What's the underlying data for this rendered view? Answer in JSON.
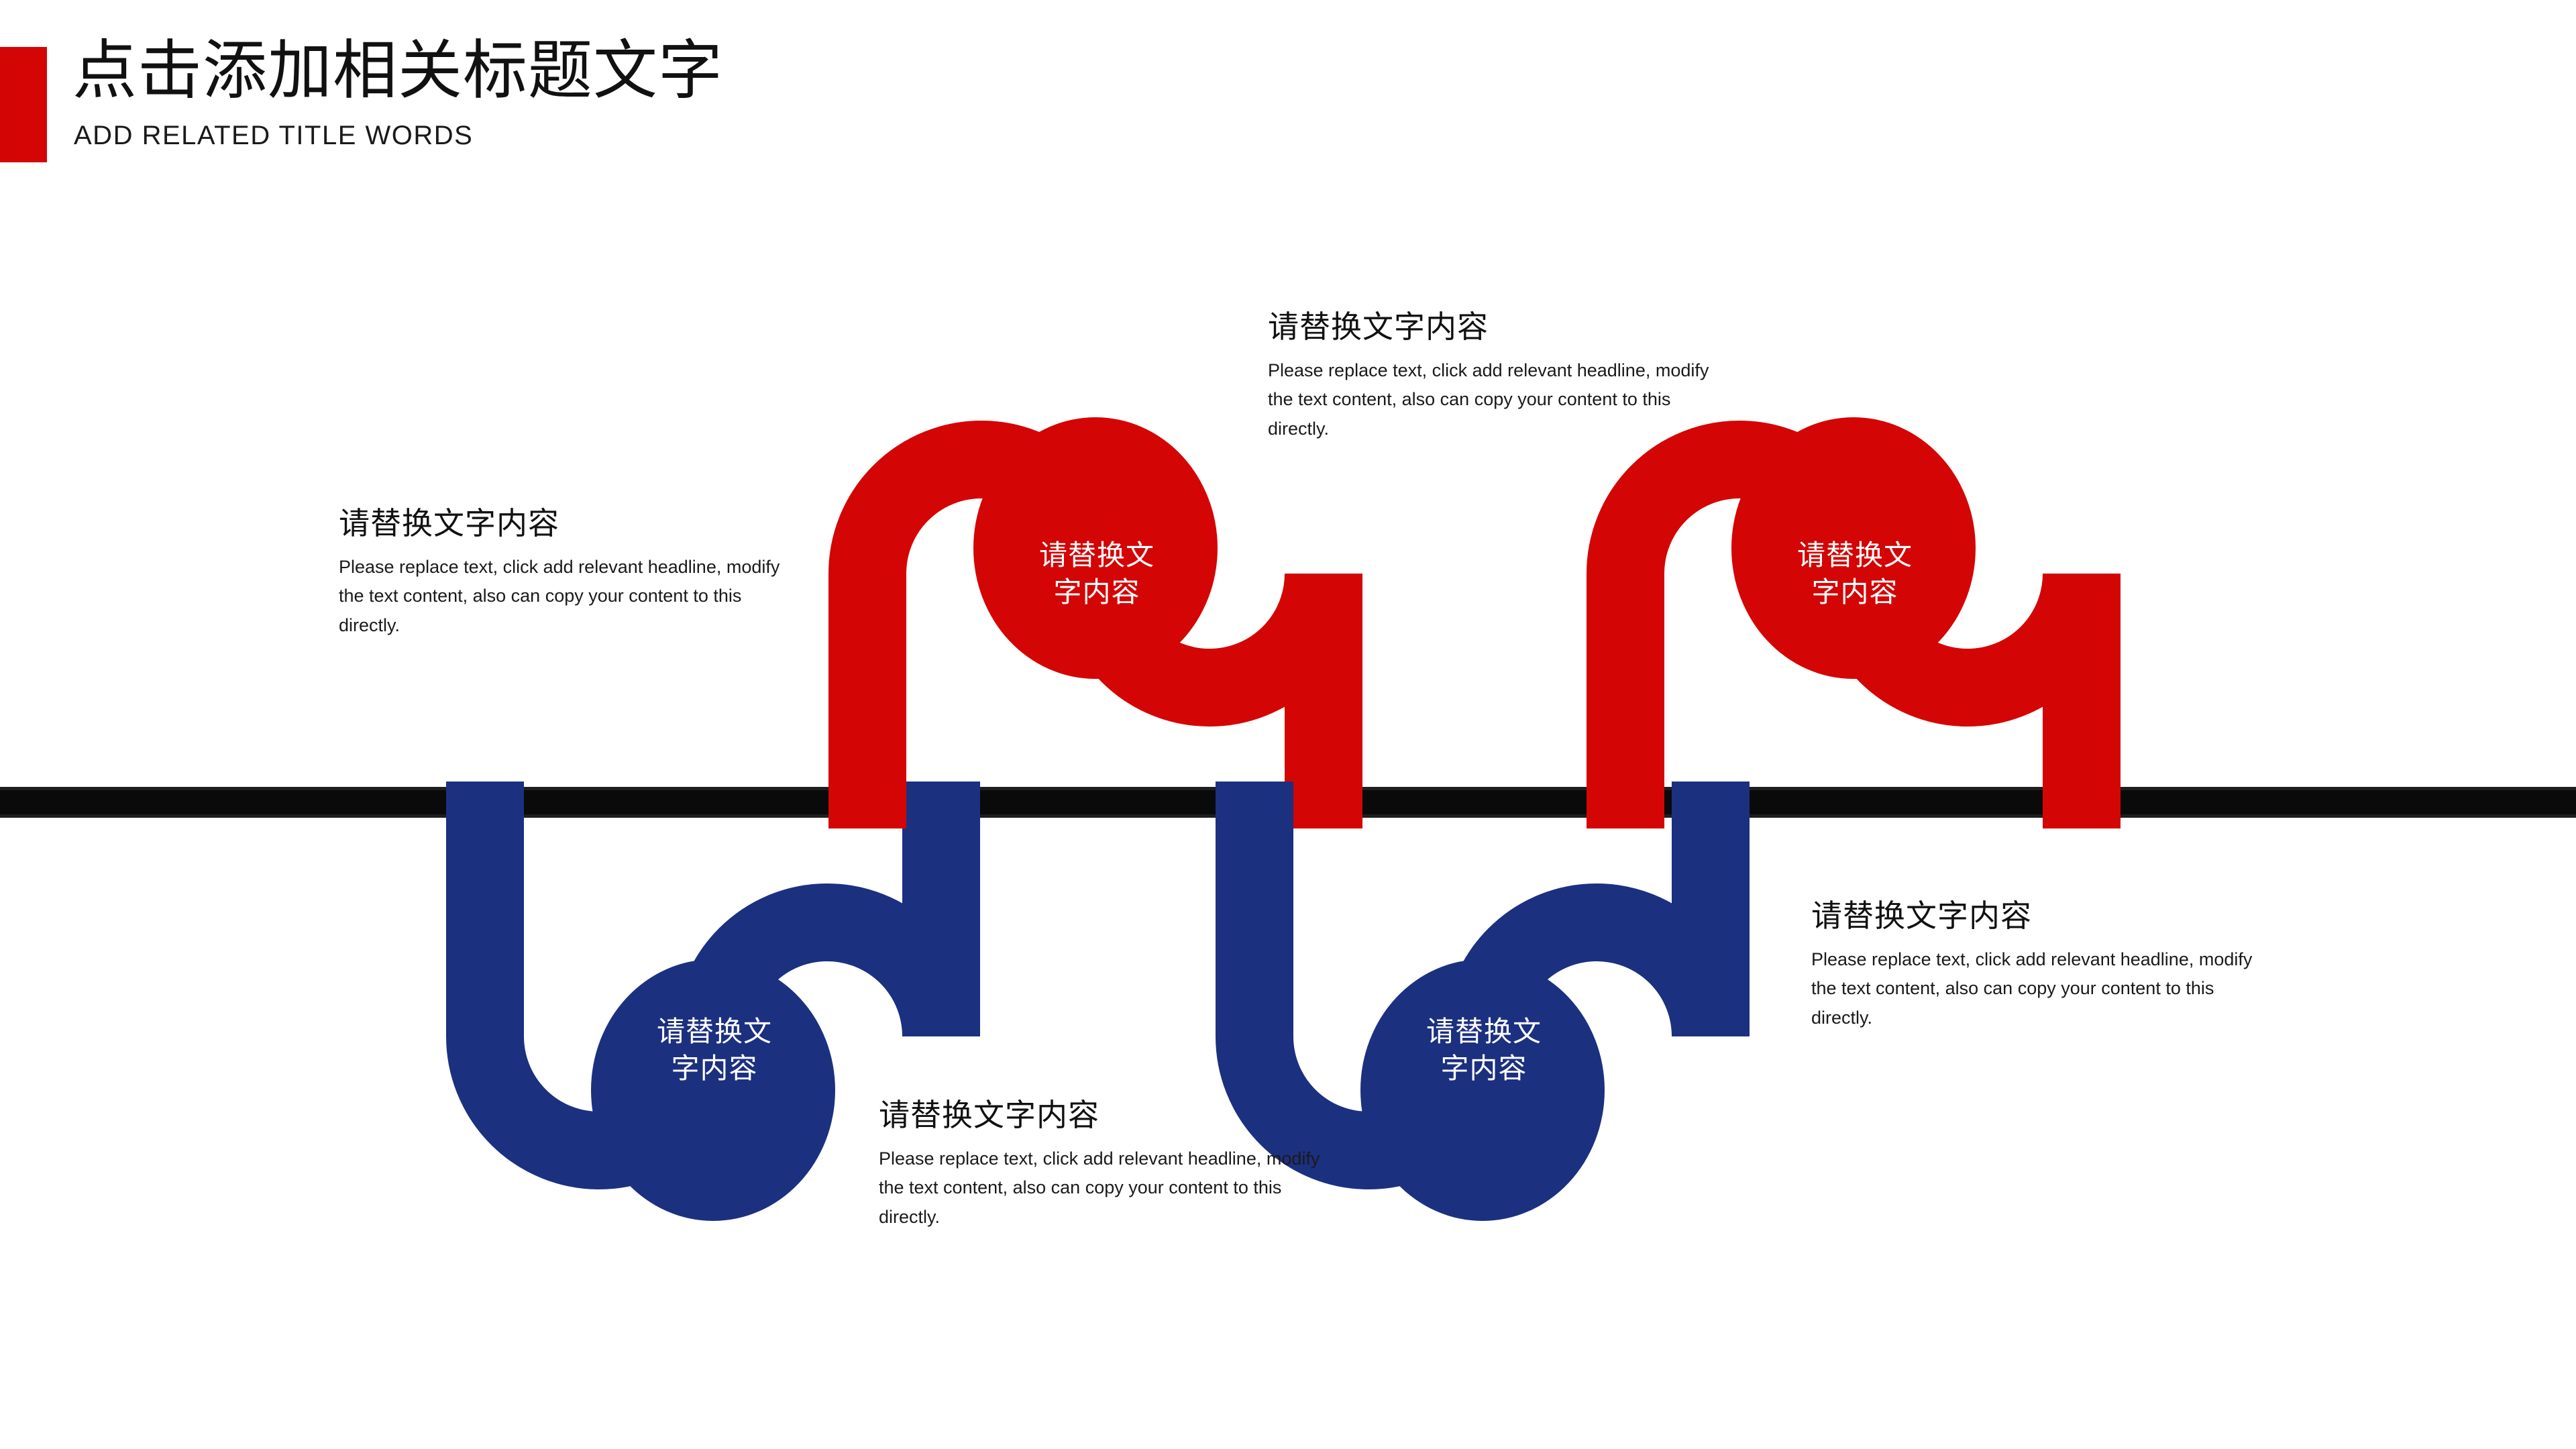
{
  "slide": {
    "background_color": "#ffffff",
    "accent_red": "#d40505",
    "accent_blue": "#1c3080",
    "axis_color": "#0a0a0a"
  },
  "header": {
    "title": "点击添加相关标题文字",
    "subtitle": "ADD RELATED TITLE WORDS"
  },
  "timeline": {
    "nodes": [
      {
        "id": "node-blue-1",
        "color": "#1c3080",
        "direction": "down",
        "label_line1": "请替换文",
        "label_line2": "字内容"
      },
      {
        "id": "node-red-1",
        "color": "#d40505",
        "direction": "up",
        "label_line1": "请替换文",
        "label_line2": "字内容"
      },
      {
        "id": "node-blue-2",
        "color": "#1c3080",
        "direction": "down",
        "label_line1": "请替换文",
        "label_line2": "字内容"
      },
      {
        "id": "node-red-2",
        "color": "#d40505",
        "direction": "up",
        "label_line1": "请替换文",
        "label_line2": "字内容"
      }
    ],
    "captions": [
      {
        "id": "caption-left-upper",
        "heading": "请替换文字内容",
        "body": "Please replace text, click add relevant headline, modify the text content, also can copy your content to this directly."
      },
      {
        "id": "caption-center-upper",
        "heading": "请替换文字内容",
        "body": "Please replace text, click add relevant headline, modify the text content, also can copy your content to this directly."
      },
      {
        "id": "caption-center-lower",
        "heading": "请替换文字内容",
        "body": "Please replace text, click add relevant headline, modify the text content, also can copy your content to this directly."
      },
      {
        "id": "caption-right-lower",
        "heading": "请替换文字内容",
        "body": "Please replace text, click add relevant headline, modify the text content, also can copy your content to this directly."
      }
    ]
  }
}
